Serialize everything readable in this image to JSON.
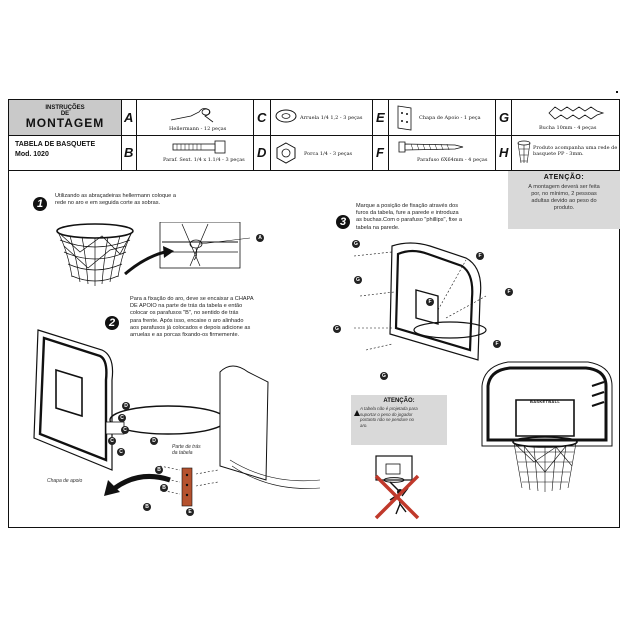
{
  "header": {
    "title_line1": "INSTRUÇÕES",
    "title_line2": "DE",
    "title_line3": "MONTAGEM",
    "product_line1": "TABELA DE BASQUETE",
    "product_line2": "Mod. 1020"
  },
  "parts": [
    {
      "letter": "A",
      "caption": "Hellermann - 12 peças",
      "icon": "cable-tie-icon"
    },
    {
      "letter": "B",
      "caption": "Paraf. Sext. 1/4 x 1.1/4 - 3 peças",
      "icon": "hex-bolt-icon"
    },
    {
      "letter": "C",
      "caption": "Arruela 1/4 1,2 - 3 peças",
      "icon": "washer-icon"
    },
    {
      "letter": "D",
      "caption": "Porca 1/4 - 3 peças",
      "icon": "hex-nut-icon"
    },
    {
      "letter": "E",
      "caption": "Chapa de Apoio - 1 peça",
      "icon": "support-plate-icon"
    },
    {
      "letter": "F",
      "caption": "Parafuso 6X64mm - 4 peças",
      "icon": "wood-screw-icon"
    },
    {
      "letter": "G",
      "caption": "Bucha 10mm - 4 peças",
      "icon": "wall-plug-icon"
    },
    {
      "letter": "H",
      "caption_line1": "Produto acompanha uma rede de",
      "caption_line2": "basquete PP - 3mm.",
      "icon": "basketball-net-icon"
    }
  ],
  "steps": [
    {
      "number": "1",
      "lines": [
        "Utilizando as abraçadeiras hellermann coloque a",
        "rede no aro e em seguida corte as sobras."
      ]
    },
    {
      "number": "2",
      "lines": [
        "Para a fixação do aro, deve se encaixar a CHAPA",
        "DE APOIO na parte de trás da tabela e então",
        "colocar os parafusos \"B\", no sentido de trás",
        "para frente. Após isso, encaixe o aro alinhado",
        "aos parafusos já colocados e depois adicione as",
        "arruelas e as porcas fixando-os firmemente."
      ]
    },
    {
      "number": "3",
      "lines": [
        "Marque a posição de fixação através dos",
        "furos da tabela, fure a parede e introduza",
        "as buchas.Com o parafuso \"phillips\", fixe a",
        "tabela na parede."
      ]
    }
  ],
  "labels": {
    "back_part": "Parte de trás",
    "back_part2": "da tabela",
    "support_plate": "Chapa de apoio",
    "basketball": "BASKETBALL"
  },
  "attention_main": {
    "title": "ATENÇÃO:",
    "lines": [
      "A montagem deverá ser feita",
      "por, no mínimo, 2 pessoas",
      "adultas devido ao peso do",
      "produto."
    ]
  },
  "attention_small": {
    "title": "ATENÇÃO:",
    "lines": [
      "A tabela não é projetada para",
      "suportar o peso do jogador",
      "portanto não se pendure no",
      "aro."
    ]
  },
  "callouts": {
    "A": "A",
    "B": "B",
    "C": "C",
    "D": "D",
    "E": "E",
    "F": "F",
    "G": "G"
  },
  "colors": {
    "gray_box": "#d9d9d9",
    "title_gray": "#c9c9c9",
    "accent_red": "#c0392b",
    "plate_rust": "#b5522e"
  }
}
